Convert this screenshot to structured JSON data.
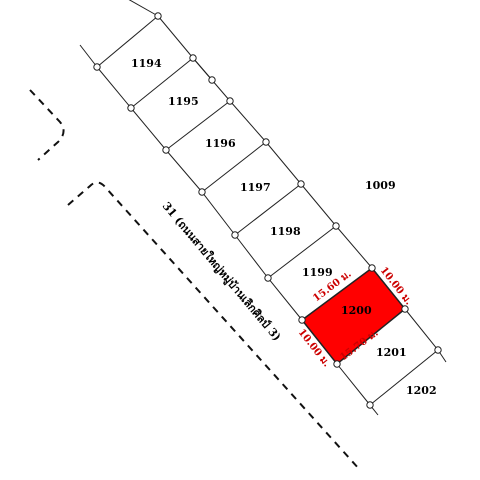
{
  "lots": [
    {
      "id": "lot-1194",
      "label": "1194"
    },
    {
      "id": "lot-1195",
      "label": "1195"
    },
    {
      "id": "lot-1196",
      "label": "1196"
    },
    {
      "id": "lot-1197",
      "label": "1197"
    },
    {
      "id": "lot-1198",
      "label": "1198"
    },
    {
      "id": "lot-1199",
      "label": "1199"
    },
    {
      "id": "lot-1200",
      "label": "1200",
      "highlighted": true
    },
    {
      "id": "lot-1201",
      "label": "1201"
    },
    {
      "id": "lot-1202",
      "label": "1202"
    },
    {
      "id": "lot-1009",
      "label": "1009"
    }
  ],
  "dimensions": {
    "top": "10.00 ม.",
    "upper_left": "15.60 ม.",
    "left": "10.00 ม.",
    "bottom": "15.70 ม."
  },
  "road_label": "31 (ถนนสายใหญ่หมู่บ้านเลิกศิลป์ 3)",
  "colors": {
    "highlight_fill": "#ff0000",
    "dimension_text": "#cc0000",
    "line": "#222222"
  }
}
